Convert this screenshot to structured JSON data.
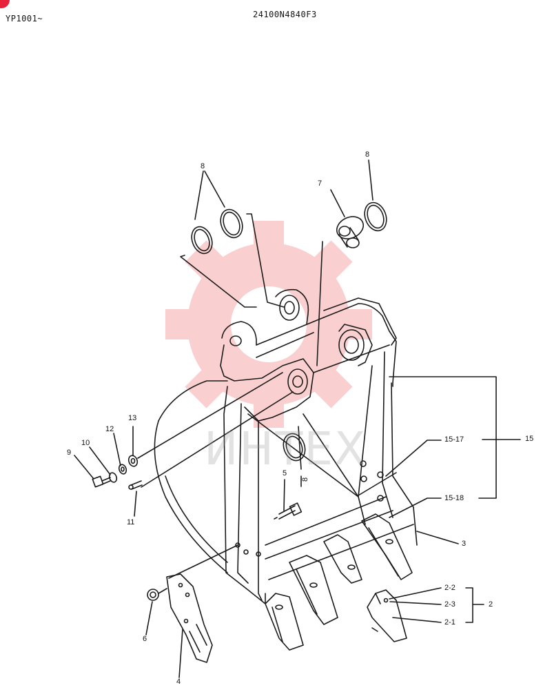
{
  "header": {
    "serial_range": "YP1001~",
    "part_number": "24100N4840F3"
  },
  "watermark": {
    "text": "ИНТЕХ",
    "gear_color": "#f6a9a9"
  },
  "callouts": {
    "c8a": "8",
    "c8b": "8",
    "c8c": "8",
    "c7": "7",
    "c13": "13",
    "c12": "12",
    "c10": "10",
    "c9": "9",
    "c11": "11",
    "c5": "5",
    "c15": "15",
    "c15_17": "15-17",
    "c15_18": "15-18",
    "c3": "3",
    "c2": "2",
    "c2_2": "2-2",
    "c2_3": "2-3",
    "c2_1": "2-1",
    "c6": "6",
    "c4": "4"
  },
  "colors": {
    "line": "#1a1a1a",
    "badge": "#e8223a"
  }
}
